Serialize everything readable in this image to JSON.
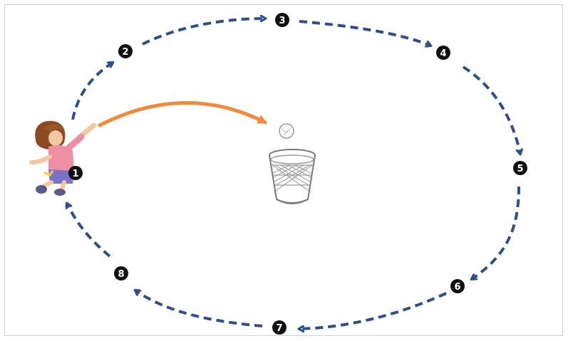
{
  "colors": {
    "path_arrow": "#2f4f8a",
    "throw_arrow": "#f08a3c",
    "step_marker": "#111111",
    "step_text": "#ffffff",
    "basket": "#7a7a7a"
  },
  "icons": {
    "thrower": "girl-throwing-icon",
    "ball": "paper-ball-icon",
    "basket": "wastebasket-icon"
  },
  "steps": [
    {
      "label": "1"
    },
    {
      "label": "2"
    },
    {
      "label": "3"
    },
    {
      "label": "4"
    },
    {
      "label": "5"
    },
    {
      "label": "6"
    },
    {
      "label": "7"
    },
    {
      "label": "8"
    }
  ]
}
